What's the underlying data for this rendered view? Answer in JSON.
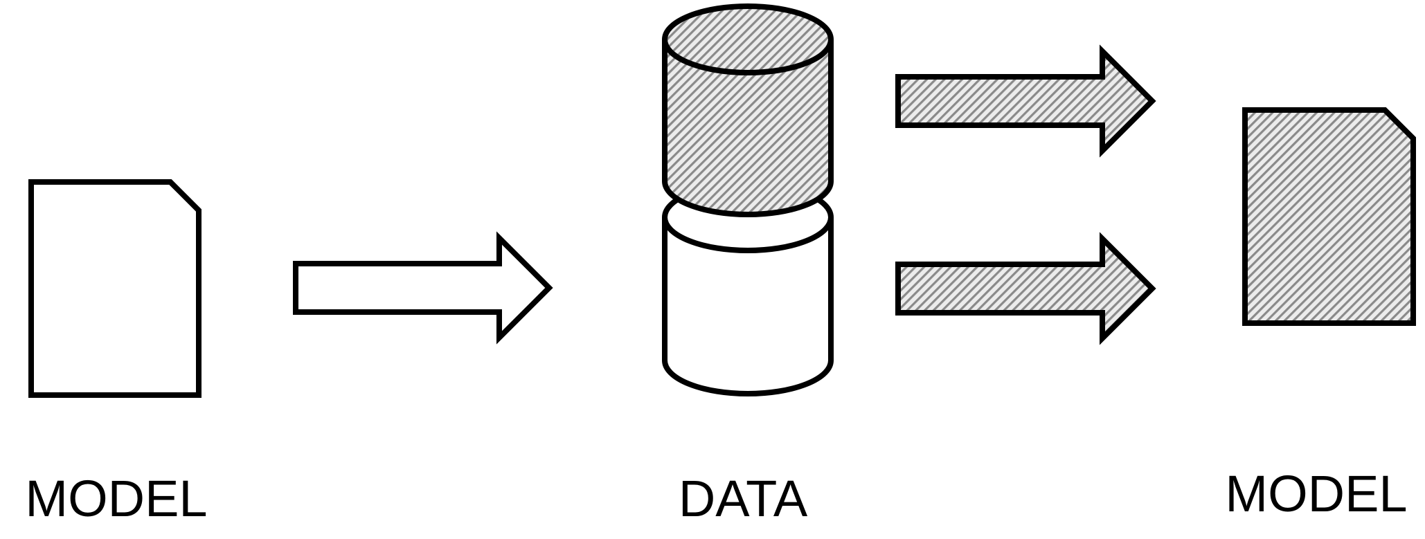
{
  "diagram": {
    "labels": {
      "source_model": "MODEL",
      "data": "DATA",
      "target_model": "MODEL"
    }
  },
  "colors": {
    "stroke": "#000000",
    "fill_plain": "#ffffff",
    "hatch_background": "#ececec",
    "hatch_stripe": "#8a8a8a"
  }
}
